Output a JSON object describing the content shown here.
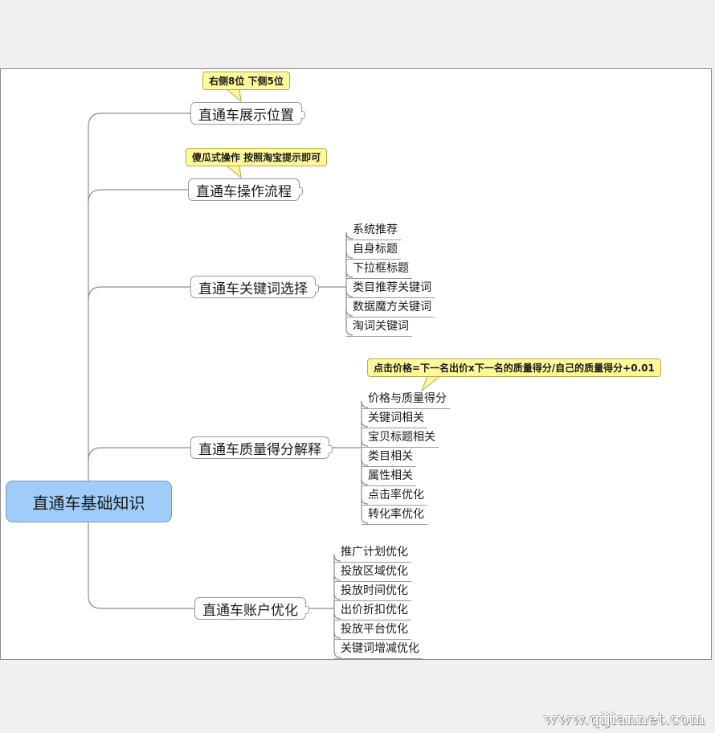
{
  "root": {
    "label": "直通车基础知识"
  },
  "branches": [
    {
      "label": "直通车展示位置",
      "callout": "右侧8位 下侧5位",
      "children": []
    },
    {
      "label": "直通车操作流程",
      "callout": "傻瓜式操作 按照淘宝提示即可",
      "children": []
    },
    {
      "label": "直通车关键词选择",
      "children": [
        "系统推荐",
        "自身标题",
        "下拉框标题",
        "类目推荐关键词",
        "数据魔方关键词",
        "淘词关键词"
      ]
    },
    {
      "label": "直通车质量得分解释",
      "callout": "点击价格=下一名出价x下一名的质量得分/自己的质量得分+0.01",
      "children": [
        "价格与质量得分",
        "关键词相关",
        "宝贝标题相关",
        "类目相关",
        "属性相关",
        "点击率优化",
        "转化率优化"
      ]
    },
    {
      "label": "直通车账户优化",
      "children": [
        "推广计划优化",
        "投放区域优化",
        "投放时间优化",
        "出价折扣优化",
        "投放平台优化",
        "关键词增减优化"
      ]
    }
  ],
  "watermark": "www.qijiannet.com",
  "colors": {
    "root_fill": "#9fcdf7",
    "callout_fill": "#fff99a",
    "page_bg": "#f0f0f0",
    "connector": "#8e8e8e"
  }
}
